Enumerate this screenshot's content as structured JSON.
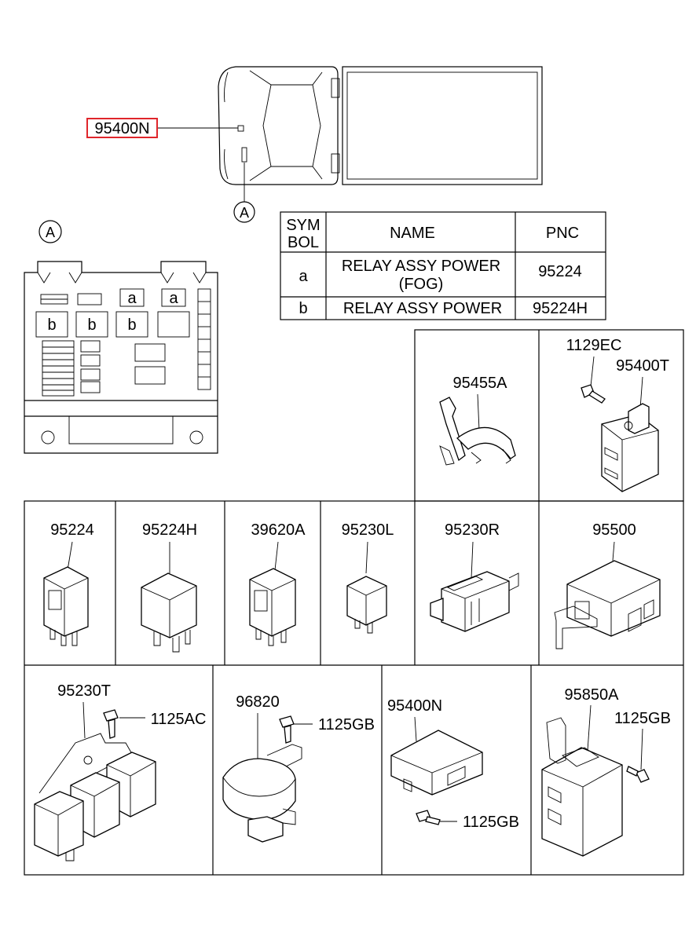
{
  "highlight_color": "#e0262b",
  "callout": {
    "main_part": "95400N",
    "location_marker": "A"
  },
  "detail_marker": "A",
  "fuse_box": {
    "slot_a": "a",
    "slot_b": "b"
  },
  "table": {
    "headers": {
      "sym_line1": "SYM",
      "sym_line2": "BOL",
      "name": "NAME",
      "pnc": "PNC"
    },
    "rows": [
      {
        "sym": "a",
        "name_line1": "RELAY ASSY POWER",
        "name_line2": "(FOG)",
        "pnc": "95224"
      },
      {
        "sym": "b",
        "name_line1": "RELAY ASSY POWER",
        "name_line2": "",
        "pnc": "95224H"
      }
    ]
  },
  "cells": {
    "c95455A": {
      "part": "95455A"
    },
    "c95400T": {
      "part": "95400T",
      "screw": "1129EC"
    },
    "c95224": {
      "part": "95224"
    },
    "c95224H": {
      "part": "95224H"
    },
    "c39620A": {
      "part": "39620A"
    },
    "c95230L": {
      "part": "95230L"
    },
    "c95230R": {
      "part": "95230R"
    },
    "c95500": {
      "part": "95500"
    },
    "c95230T": {
      "part": "95230T",
      "screw": "1125AC"
    },
    "c96820": {
      "part": "96820",
      "screw": "1125GB"
    },
    "c95400N": {
      "part": "95400N",
      "screw": "1125GB"
    },
    "c95850A": {
      "part": "95850A",
      "screw": "1125GB"
    }
  }
}
